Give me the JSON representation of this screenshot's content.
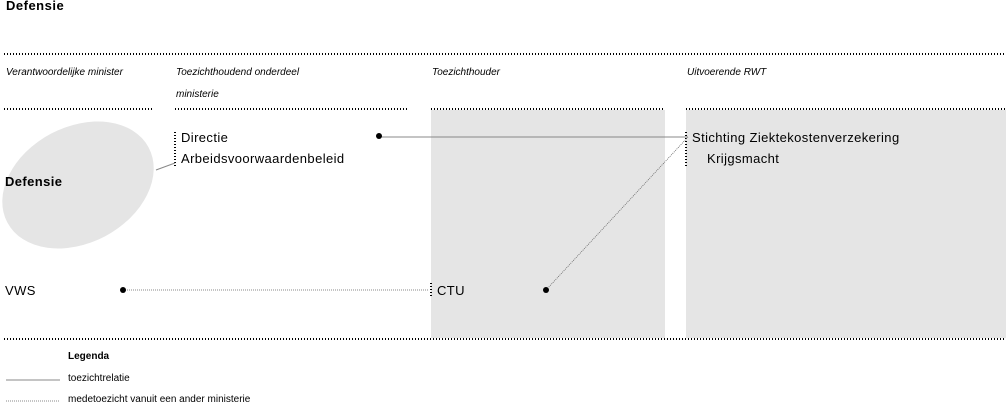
{
  "title": "Defensie",
  "columns": [
    {
      "label": "Verantwoordelijke minister"
    },
    {
      "label_line1": "Toezichthoudend onderdeel",
      "label_line2": "ministerie"
    },
    {
      "label": "Toezichthouder"
    },
    {
      "label": "Uitvoerende RWT"
    }
  ],
  "ministers": [
    "Defensie",
    "VWS"
  ],
  "onderdeel": {
    "line1": "Directie",
    "line2": "Arbeidsvoorwaardenbeleid"
  },
  "toezichthouder": "CTU",
  "rwt": {
    "line1": "Stichting Ziektekostenverzekering",
    "line2": "Krijgsmacht"
  },
  "legend": {
    "title": "Legenda",
    "items": [
      {
        "style": "solid",
        "label": "toezichtrelatie"
      },
      {
        "style": "dotted",
        "label": "medetoezicht vanuit een ander ministerie"
      }
    ]
  },
  "colors": {
    "panel": "#e5e5e5",
    "ellipse": "#e5e5e5",
    "line": "#888888"
  }
}
